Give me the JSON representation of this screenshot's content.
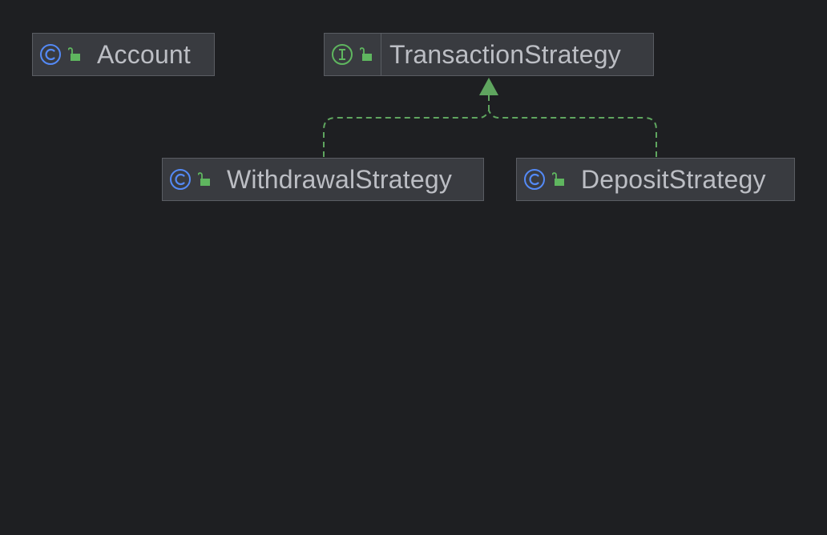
{
  "diagram": {
    "nodes": [
      {
        "id": "account",
        "kind": "class",
        "kind_icon": "class-icon",
        "visibility_icon": "public-lock-icon",
        "label": "Account"
      },
      {
        "id": "transaction-strategy",
        "kind": "interface",
        "kind_icon": "interface-icon",
        "visibility_icon": "public-lock-icon",
        "label": "TransactionStrategy"
      },
      {
        "id": "withdrawal-strategy",
        "kind": "class",
        "kind_icon": "class-icon",
        "visibility_icon": "public-lock-icon",
        "label": "WithdrawalStrategy"
      },
      {
        "id": "deposit-strategy",
        "kind": "class",
        "kind_icon": "class-icon",
        "visibility_icon": "public-lock-icon",
        "label": "DepositStrategy"
      }
    ],
    "edges": [
      {
        "from": "withdrawal-strategy",
        "to": "transaction-strategy",
        "type": "implements"
      },
      {
        "from": "deposit-strategy",
        "to": "transaction-strategy",
        "type": "implements"
      }
    ],
    "colors": {
      "background": "#1e1f22",
      "node_fill": "#393b40",
      "node_border": "#5a5d63",
      "text": "#bcbec4",
      "class_icon": "#548af7",
      "interface_icon": "#5fb65f",
      "lock_icon": "#5fb65f",
      "edge": "#5fa55f"
    }
  }
}
